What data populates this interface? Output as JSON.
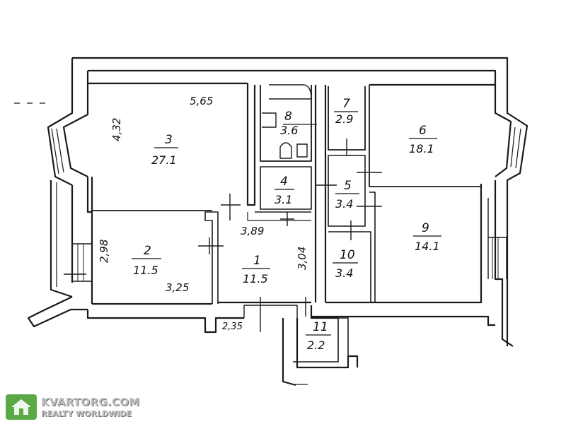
{
  "rooms": [
    {
      "id": "1",
      "number": "1",
      "area": "11.5"
    },
    {
      "id": "2",
      "number": "2",
      "area": "11.5"
    },
    {
      "id": "3",
      "number": "3",
      "area": "27.1"
    },
    {
      "id": "4",
      "number": "4",
      "area": "3.1"
    },
    {
      "id": "5",
      "number": "5",
      "area": "3.4"
    },
    {
      "id": "6",
      "number": "6",
      "area": "18.1"
    },
    {
      "id": "7",
      "number": "7",
      "area": "2.9"
    },
    {
      "id": "8",
      "number": "8",
      "area": "3.6"
    },
    {
      "id": "9",
      "number": "9",
      "area": "14.1"
    },
    {
      "id": "10",
      "number": "10",
      "area": "3.4"
    },
    {
      "id": "11",
      "number": "11",
      "area": "2.2"
    }
  ],
  "dimensions": {
    "room3_width": "5,65",
    "room3_depth": "4,32",
    "room2_width": "3,25",
    "room2_depth": "2,98",
    "room1_width": "3,89",
    "room1_depth": "3,04",
    "hall_width": "2,35"
  },
  "watermark": {
    "site": "KVARTORG.COM",
    "tagline": "REALTY WORLDWIDE"
  }
}
